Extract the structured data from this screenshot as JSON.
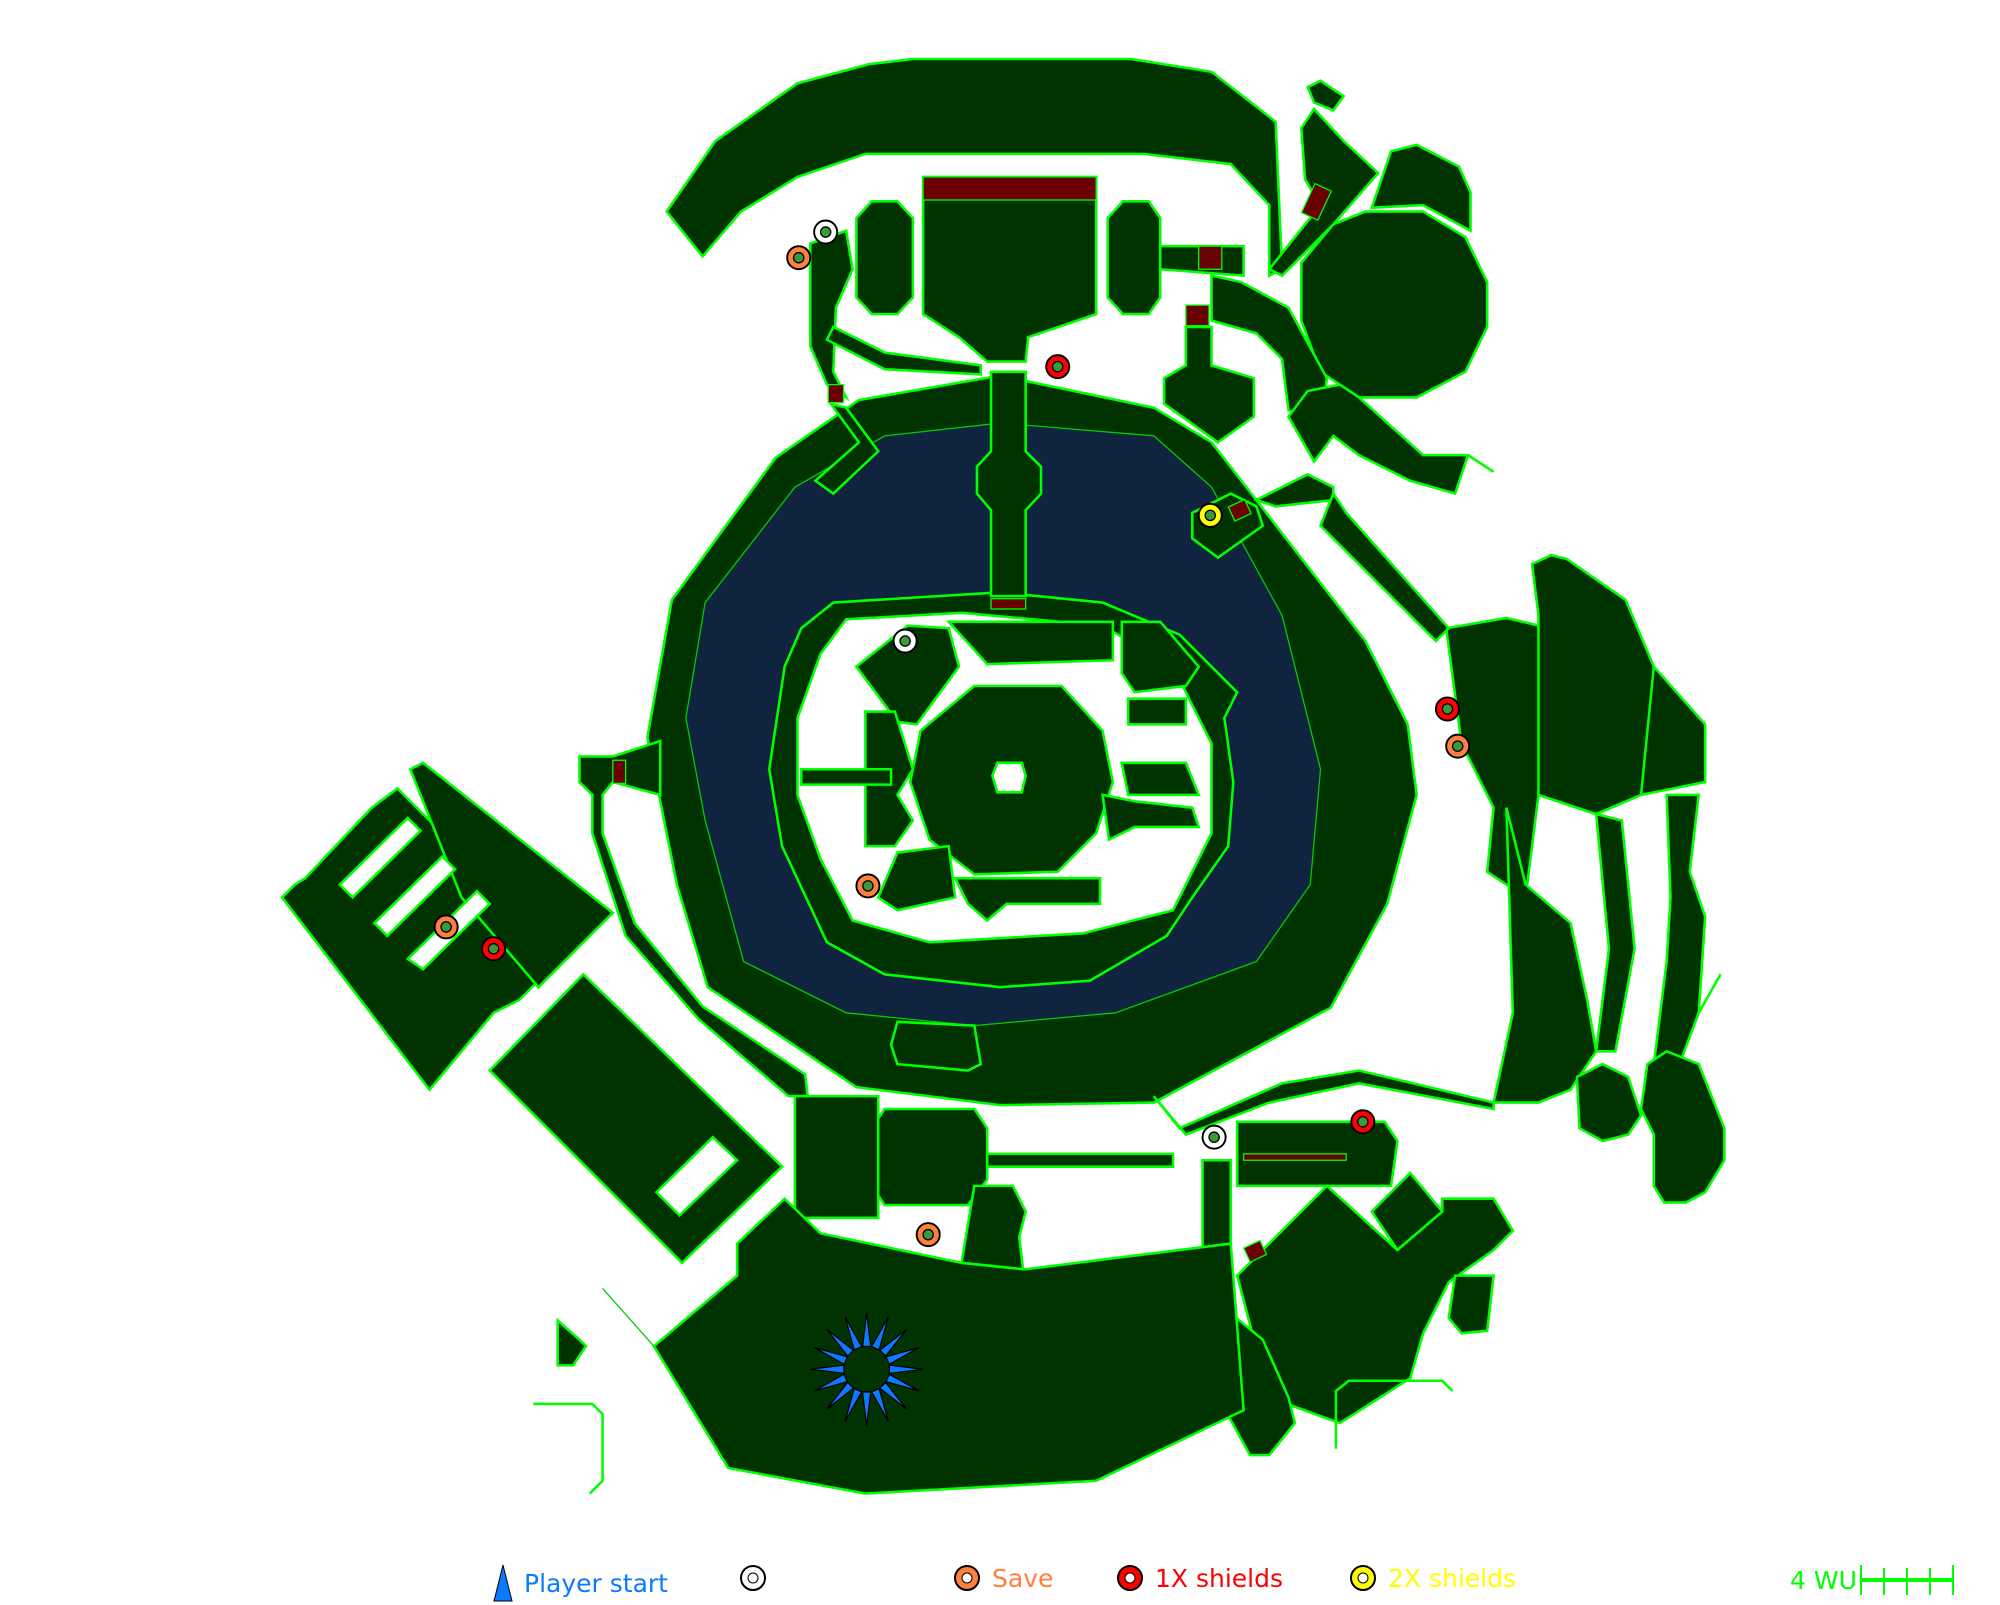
{
  "legend": {
    "player_start": {
      "label": "Player start",
      "color": "#0a7aff"
    },
    "unlabeled_marker": {
      "color": "#ffffff"
    },
    "save": {
      "label": "Save",
      "color": "#ff7f3f"
    },
    "shields_1x": {
      "label": "1X shields",
      "color": "#ff0000"
    },
    "shields_2x": {
      "label": "2X shields",
      "color": "#ffff00"
    },
    "scale": {
      "label": "4 WU",
      "color": "#00ff00"
    }
  },
  "colors": {
    "floor": "#003300",
    "wall": "#00ff00",
    "water": "#10233f",
    "door": "#6b0000"
  }
}
